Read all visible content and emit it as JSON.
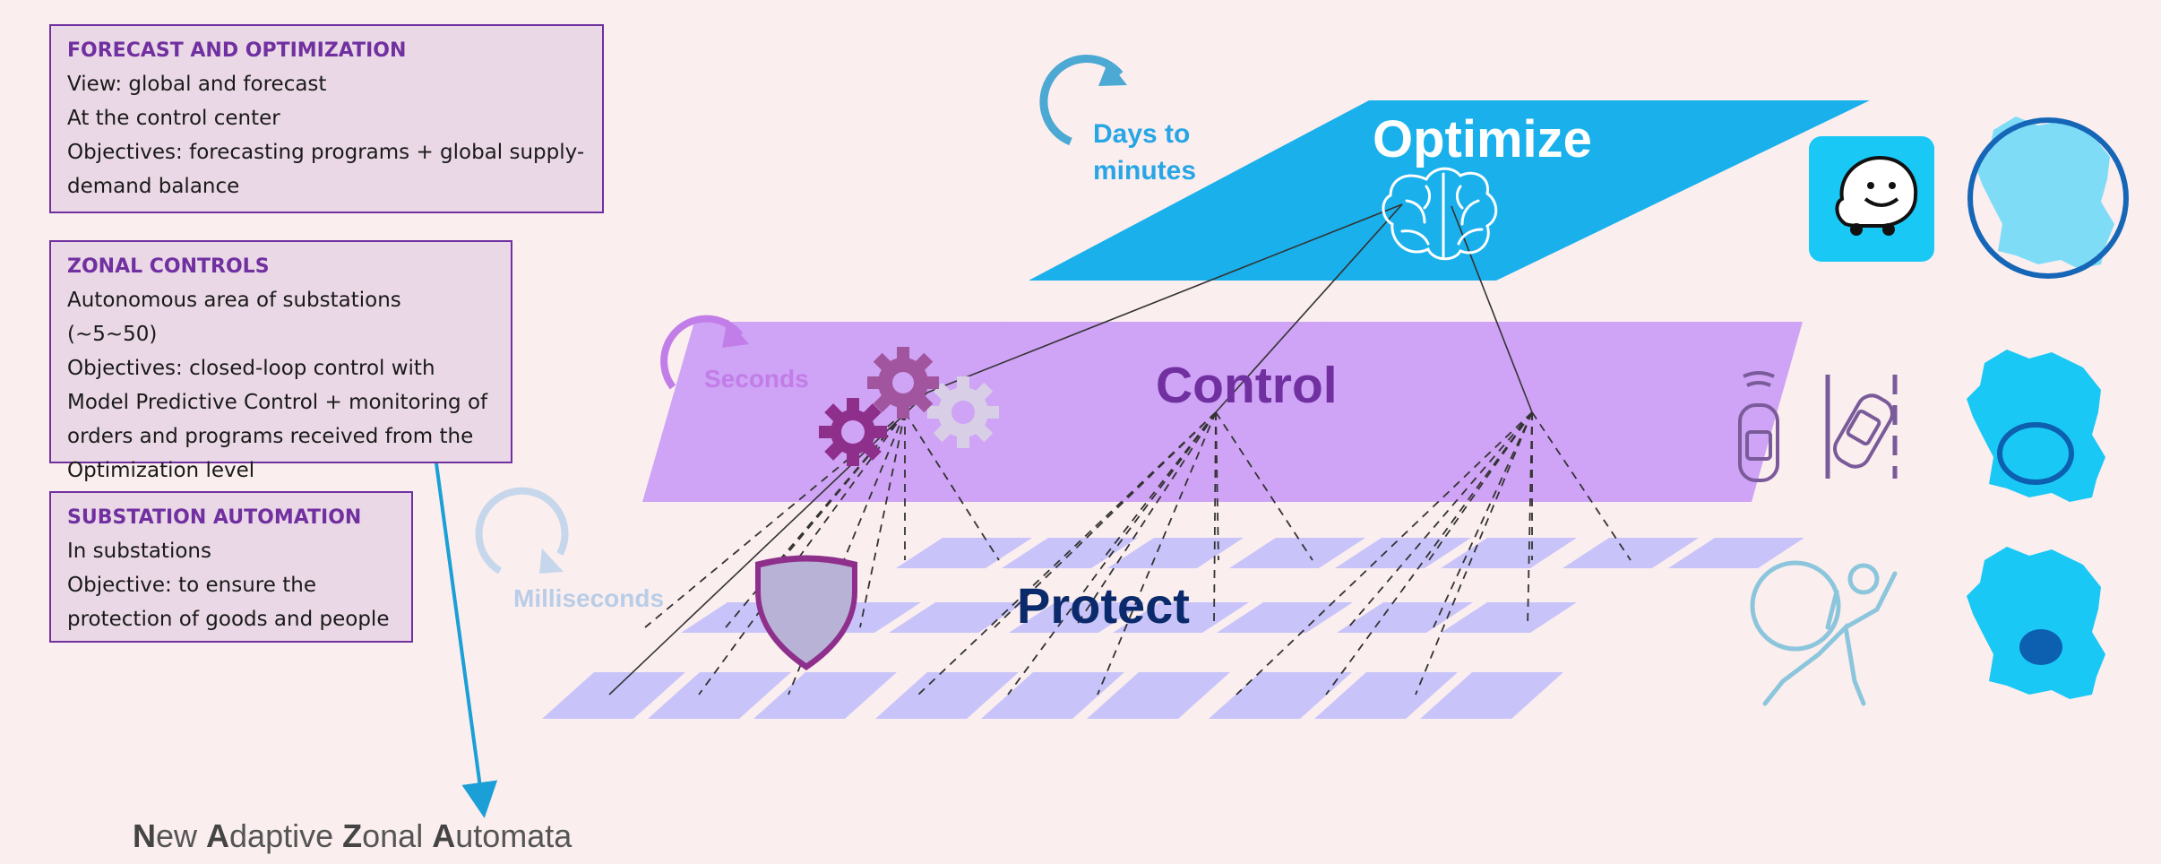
{
  "boxes": {
    "forecast": {
      "title": "FORECAST AND OPTIMIZATION",
      "lines": [
        "View: global and forecast",
        "At the control center",
        "Objectives: forecasting programs + global supply-",
        "demand balance"
      ]
    },
    "zonal": {
      "title": "ZONAL CONTROLS",
      "lines": [
        "Autonomous area of substations (~5~50)",
        "Objectives: closed-loop control with",
        "Model Predictive Control + monitoring of",
        "orders and programs received from the",
        "Optimization level"
      ]
    },
    "substation": {
      "title": "SUBSTATION AUTOMATION",
      "lines": [
        "In substations",
        "Objective: to ensure the",
        "protection of goods and people"
      ]
    }
  },
  "timescales": {
    "days": [
      "Days to",
      "minutes"
    ],
    "seconds": "Seconds",
    "milliseconds": "Milliseconds"
  },
  "layers": {
    "optimize": "Optimize",
    "control": "Control",
    "protect": "Protect"
  },
  "footer": {
    "parts": [
      {
        "initial": "N",
        "rest": "ew "
      },
      {
        "initial": "A",
        "rest": "daptive "
      },
      {
        "initial": "Z",
        "rest": "onal "
      },
      {
        "initial": "A",
        "rest": "utomata"
      }
    ]
  },
  "colors": {
    "background": "#fbeeee",
    "optimize": "#1ab0ec",
    "control": "#cfa3f5",
    "protect": "#c8c4fa",
    "box_border": "#7030a0",
    "box_fill": "#ead8e6"
  },
  "icons": {
    "optimize_center": "brain-icon",
    "control_center": "gears-icon",
    "protect_center": "shield-icon",
    "right_top": "waze-icon",
    "right_middle": "car-lane-assist-icon",
    "right_bottom": "airbag-icon",
    "maps": "france-map-icon"
  }
}
